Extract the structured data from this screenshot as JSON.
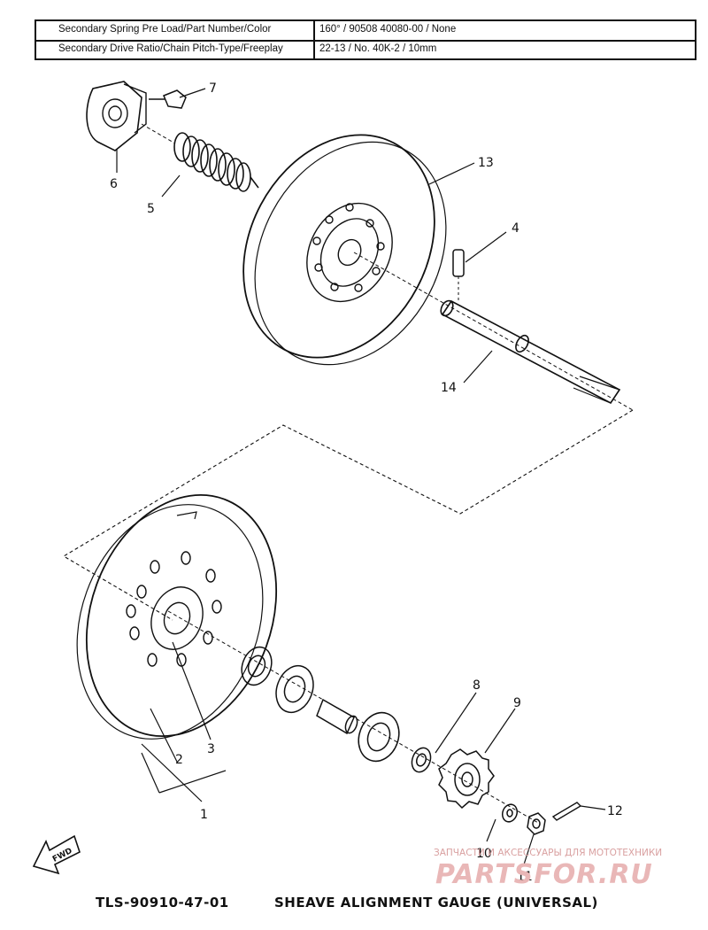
{
  "spec_table": {
    "rows": [
      {
        "label": "Secondary Spring Pre Load/Part Number/Color",
        "value": "160° / 90508 40080-00 / None"
      },
      {
        "label": "Secondary Drive Ratio/Chain Pitch-Type/Freeplay",
        "value": "22-13 / No. 40K-2 / 10mm"
      }
    ]
  },
  "callouts": [
    "1",
    "2",
    "3",
    "4",
    "5",
    "6",
    "7",
    "8",
    "9",
    "10",
    "11",
    "12",
    "13",
    "14"
  ],
  "fwd_label": "FWD",
  "caption": {
    "part_number": "TLS-90910-47-01",
    "title": "SHEAVE ALIGNMENT GAUGE (UNIVERSAL)"
  },
  "watermark": {
    "small": "ЗАПЧАСТИ И АКСЕССУАРЫ ДЛЯ МОТОТЕХНИКИ",
    "big": "PARTSFOR.RU"
  }
}
